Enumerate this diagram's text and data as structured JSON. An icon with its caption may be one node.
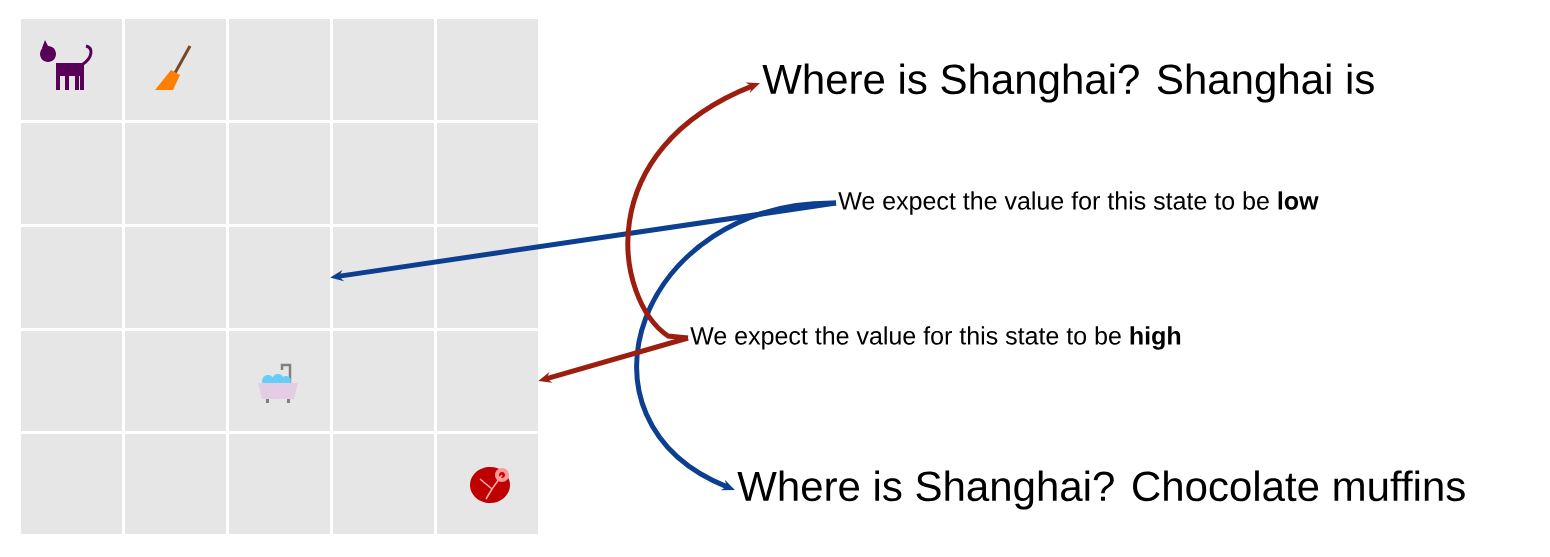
{
  "diagram": {
    "nodes": [
      {
        "text": [
          "Where is Shanghai? Shanghai is"
        ]
      },
      {
        "text": [
          "We expect the value for this state to be **low**"
        ]
      },
      {
        "text": [
          "We expect the value for this state to be **high**"
        ]
      },
      {
        "text": [
          "Where is Shanghai? Chocolate muffins"
        ]
      },
      {
        "text": [],
        "shape": "box"
      },
      {
        "text": [],
        "shape": "box"
      }
    ],
    "edges": [
      {
        "from": 1,
        "to": 4,
        "arrow": "to",
        "color": "#0d3f91"
      },
      {
        "from": 1,
        "to": 3,
        "arrow": "to",
        "color": "#0d3f91"
      },
      {
        "from": 2,
        "to": 0,
        "arrow": "to",
        "color": "#9c1e0f"
      },
      {
        "from": 2,
        "to": 5,
        "arrow": "to",
        "color": "#9c1e0f"
      }
    ]
  }
}
